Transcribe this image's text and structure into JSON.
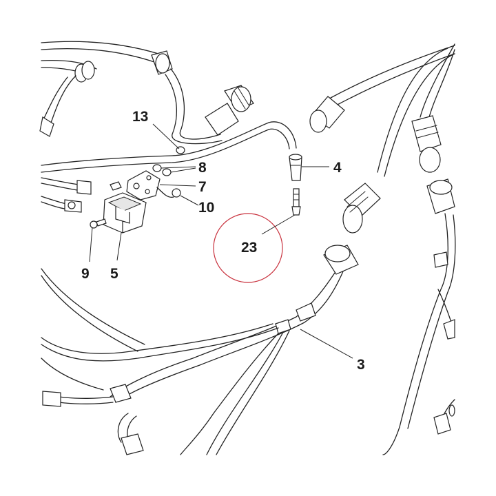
{
  "diagram": {
    "callouts": {
      "c13": "13",
      "c8": "8",
      "c4": "4",
      "c7": "7",
      "c10": "10",
      "c9": "9",
      "c5": "5",
      "c23": "23",
      "c3": "3"
    },
    "highlight_color": "#c8303c",
    "line_color": "#222222"
  }
}
